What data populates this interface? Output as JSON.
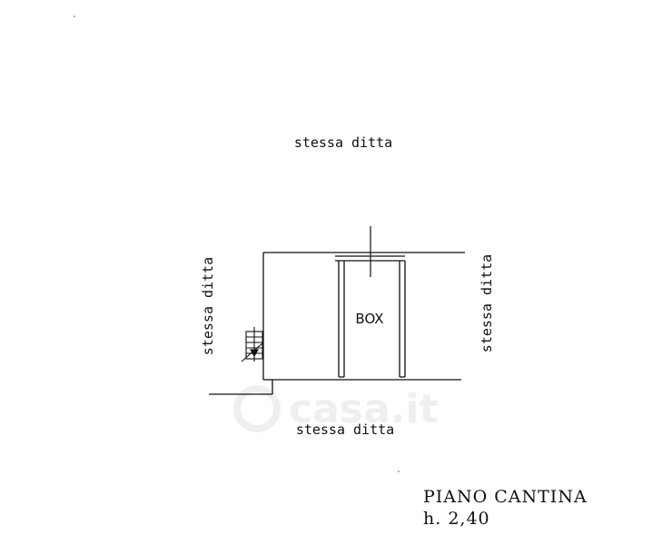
{
  "labels": {
    "top": "stessa ditta",
    "left": "stessa ditta",
    "right": "stessa ditta",
    "bottom": "stessa ditta",
    "room": "BOX"
  },
  "watermark": "casa.it",
  "title_block": {
    "floor": "PIANO  CANTINA",
    "height": "h.  2,40"
  }
}
